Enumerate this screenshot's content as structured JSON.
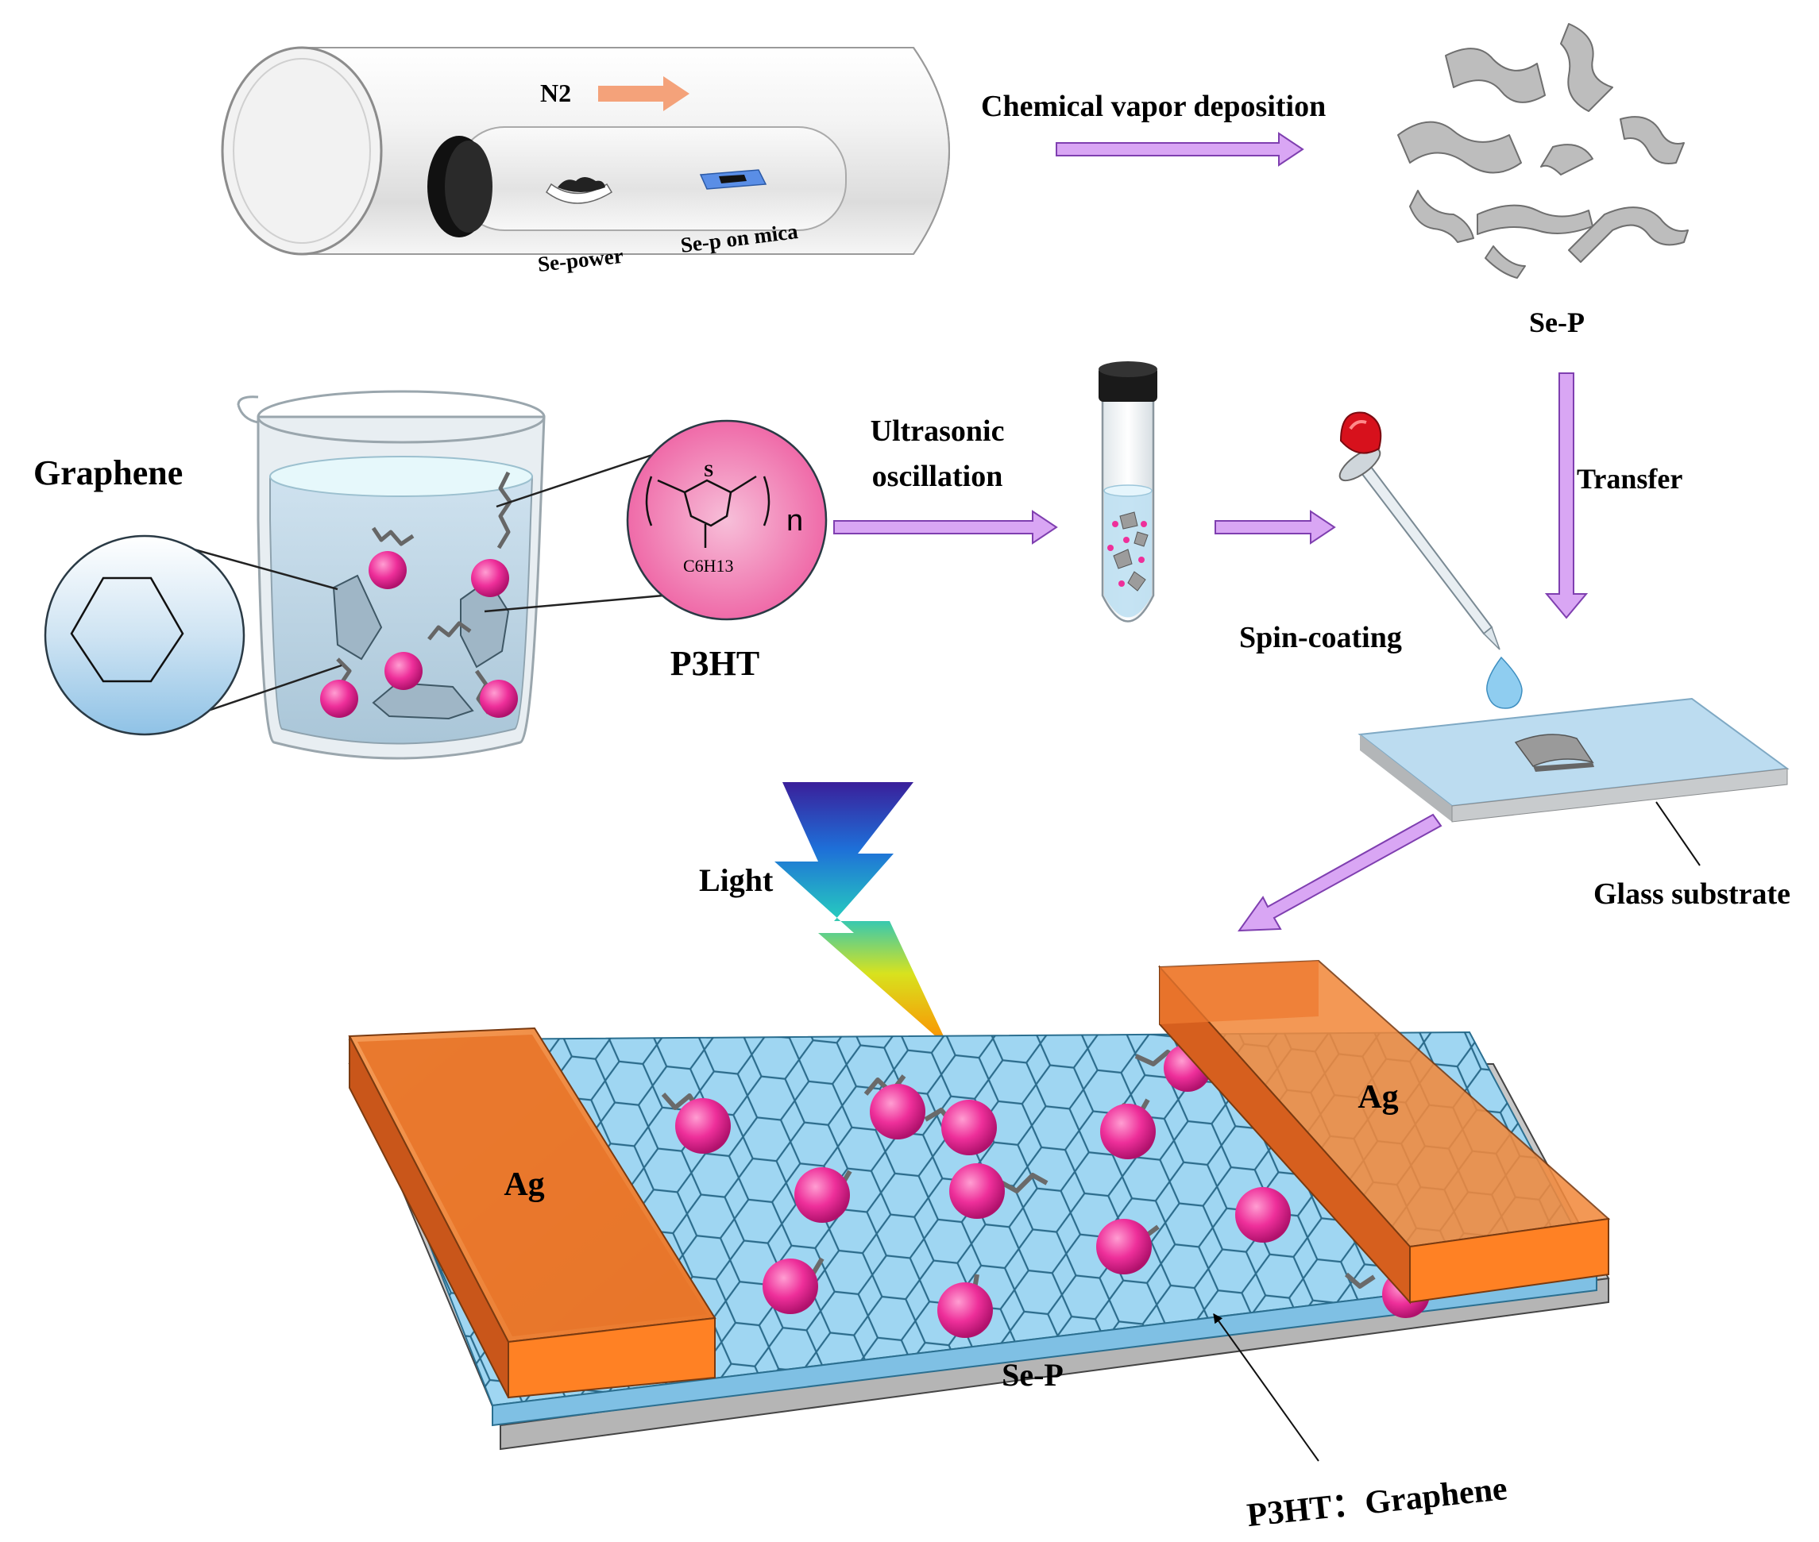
{
  "colors": {
    "arrow_fill": "#d9a6f4",
    "arrow_stroke": "#7f3fb0",
    "electrode": "#f07a2a",
    "film": "#9fd6f2",
    "p3ht_ball": "#ee2f9a",
    "n2_arrow": "#f4a27a"
  },
  "furnace": {
    "gas_label": "N2",
    "source_label": "Se-power",
    "substrate_label": "Se-p on mica"
  },
  "steps": {
    "cvd": "Chemical vapor deposition",
    "ultrasonic_line1": "Ultrasonic",
    "ultrasonic_line2": "oscillation",
    "transfer": "Transfer",
    "spin_coating": "Spin-coating",
    "light": "Light"
  },
  "materials": {
    "sep_flakes": "Se-P",
    "graphene": "Graphene",
    "p3ht": "P3HT",
    "p3ht_sulfur": "S",
    "p3ht_repeat": "n",
    "p3ht_sidechain": "C6H13",
    "glass_substrate": "Glass substrate"
  },
  "device": {
    "electrode_left": "Ag",
    "electrode_right": "Ag",
    "base_label": "Se-P",
    "layer_label": "P3HT：Graphene"
  }
}
